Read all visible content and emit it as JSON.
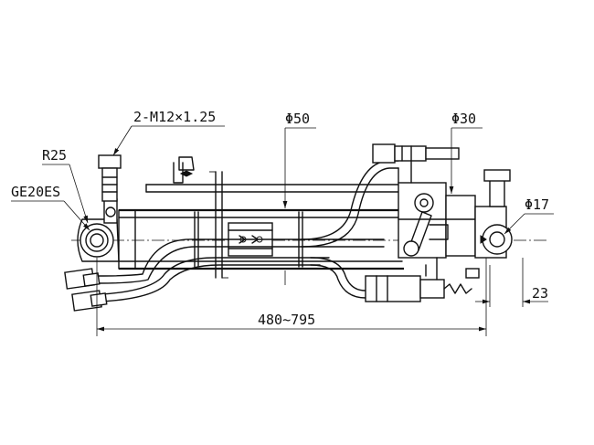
{
  "labels": {
    "thread": "2-M12×1.25",
    "radius": "R25",
    "bearing": "GE20ES",
    "diameter_50": "Φ50",
    "diameter_30": "Φ30",
    "diameter_17": "Φ17",
    "offset": "23",
    "stroke_range": "480~795"
  }
}
